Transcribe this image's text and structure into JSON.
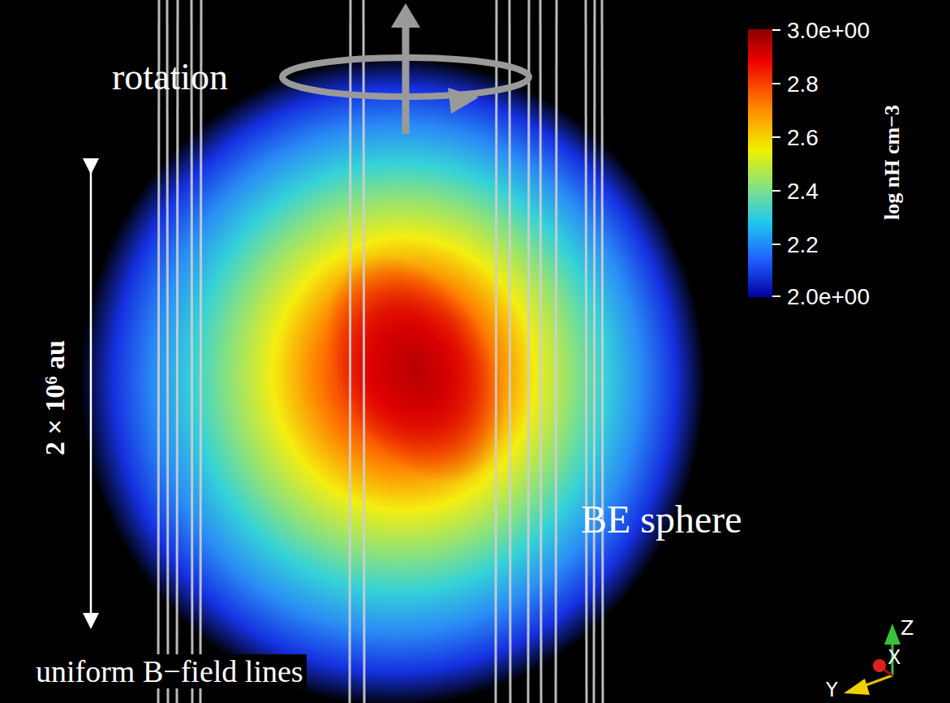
{
  "diagram": {
    "labels": [
      "rotation",
      "3.0e+00",
      "2.8",
      "2.6",
      "2.4",
      "2.2",
      "2.0e+00",
      "log nH cm−3",
      "2 × 10⁶ au",
      "BE sphere",
      "uniform B−field lines",
      "Z",
      "X",
      "Y"
    ]
  }
}
